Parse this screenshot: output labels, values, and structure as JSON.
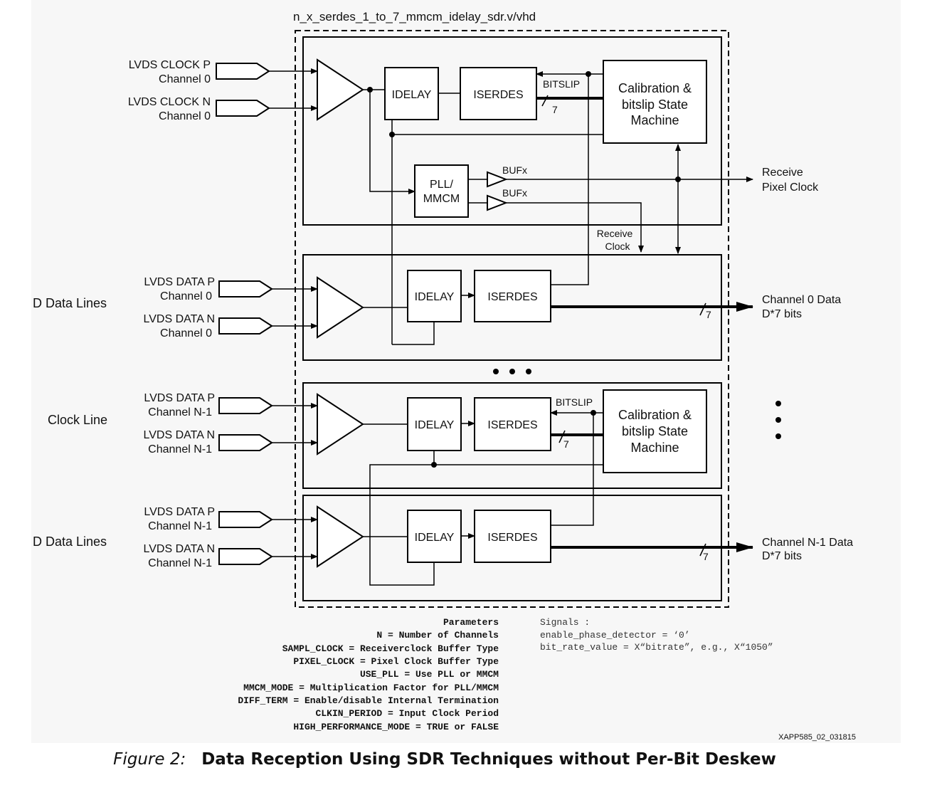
{
  "module_name": "n_x_serdes_1_to_7_mmcm_idelay_sdr.v/vhd",
  "inputs": {
    "lvds_clock_p": "LVDS CLOCK P",
    "lvds_clock_n": "LVDS CLOCK N",
    "lvds_data_p": "LVDS DATA P",
    "lvds_data_n": "LVDS DATA N",
    "channel_0": "Channel 0",
    "channel_n1": "Channel N-1"
  },
  "group_labels": {
    "d_data_lines": "D Data Lines",
    "clock_line": "Clock Line"
  },
  "blocks": {
    "idelay": "IDELAY",
    "iserdes": "ISERDES",
    "pll": [
      "PLL/",
      "MMCM"
    ],
    "calibration": [
      "Calibration &",
      "bitslip State",
      "Machine"
    ],
    "bufx": "BUFx",
    "bitslip": "BITSLIP",
    "bus_width": "7"
  },
  "outputs": {
    "receive_pixel_clock": [
      "Receive",
      "Pixel Clock"
    ],
    "receive_clock": [
      "Receive",
      "Clock"
    ],
    "channel_0_data": [
      "Channel 0 Data",
      "D*7 bits"
    ],
    "channel_n1_data": [
      "Channel N-1 Data",
      "D*7 bits"
    ]
  },
  "parameters": [
    "Parameters",
    "N = Number of Channels",
    "SAMPL_CLOCK = Receiverclock Buffer Type",
    "PIXEL_CLOCK = Pixel Clock Buffer Type",
    "USE_PLL = Use PLL or MMCM",
    "MMCM_MODE = Multiplication Factor for PLL/MMCM",
    "DIFF_TERM = Enable/disable Internal Termination",
    "CLKIN_PERIOD = Input Clock Period",
    "HIGH_PERFORMANCE_MODE = TRUE or FALSE"
  ],
  "signals": [
    "Signals :",
    "enable_phase_detector = ‘0’",
    "bit_rate_value = X“bitrate”, e.g., X“1050”"
  ],
  "doc_id": "XAPP585_02_031815",
  "caption": {
    "figure_label": "Figure 2:",
    "title": "Data Reception Using SDR Techniques without Per-Bit Deskew"
  }
}
